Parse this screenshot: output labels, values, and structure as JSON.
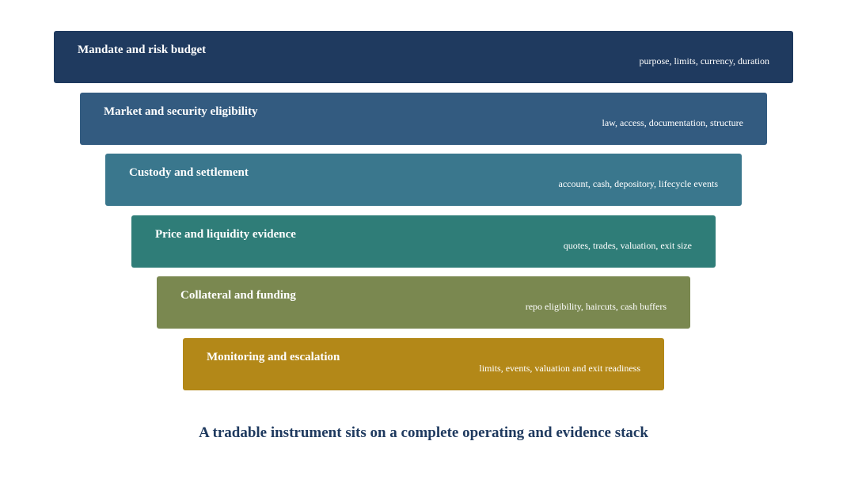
{
  "layers": [
    {
      "title": "Mandate and risk budget",
      "detail": "purpose, limits, currency, duration",
      "color": "#1f3a5f"
    },
    {
      "title": "Market and security eligibility",
      "detail": "law, access, documentation, structure",
      "color": "#335b80"
    },
    {
      "title": "Custody and settlement",
      "detail": "account, cash, depository, lifecycle events",
      "color": "#3a778d"
    },
    {
      "title": "Price and liquidity evidence",
      "detail": "quotes, trades, valuation, exit size",
      "color": "#2f7d78"
    },
    {
      "title": "Collateral and funding",
      "detail": "repo eligibility, haircuts, cash buffers",
      "color": "#7a8850"
    },
    {
      "title": "Monitoring and escalation",
      "detail": "limits, events, valuation and exit readiness",
      "color": "#b38818"
    }
  ],
  "caption": "A tradable instrument sits on a complete operating and evidence stack"
}
